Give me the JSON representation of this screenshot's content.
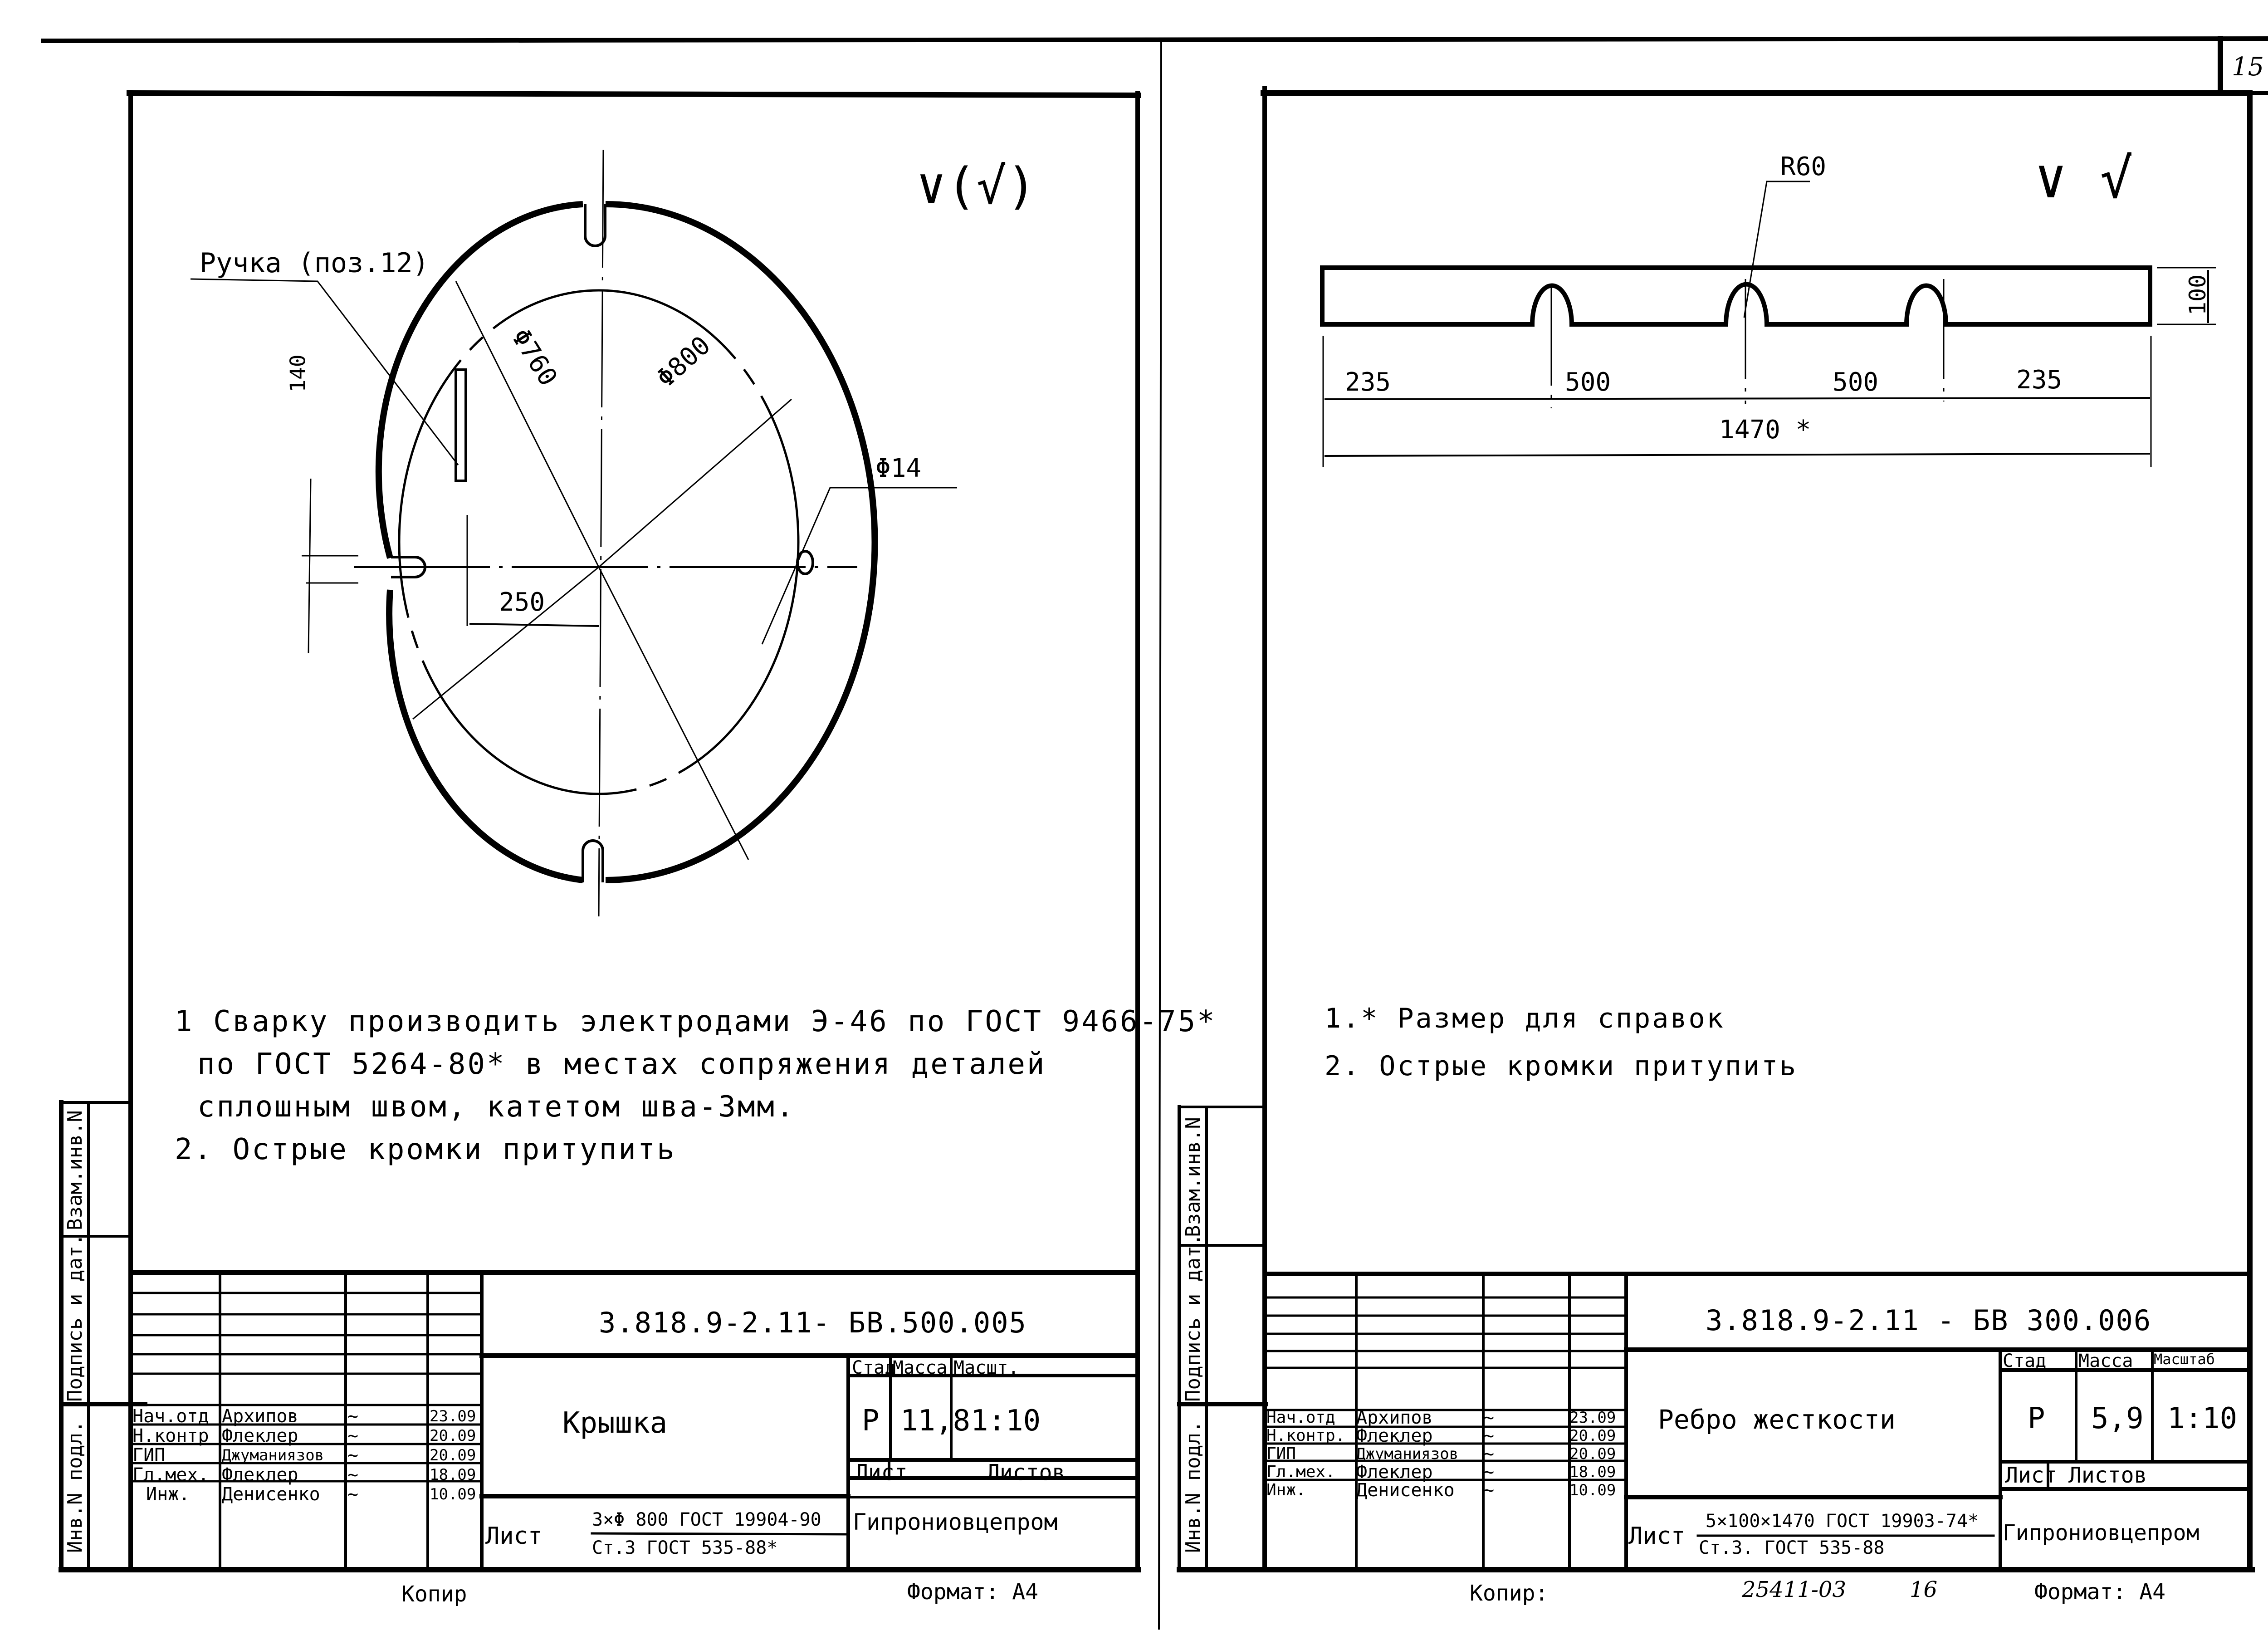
{
  "page": {
    "number": "15"
  },
  "sheets": [
    {
      "id": "left",
      "drawing": {
        "part": "cover-disc",
        "roughness_symbol": "∨(√)",
        "leader_label": "Ручка (поз.12)",
        "dims": {
          "inner_dia": "Φ760",
          "outer_dia": "Φ800",
          "hole_dia": "Φ14",
          "handle_offset": "250",
          "slot_width": "140"
        }
      },
      "notes": [
        "1 Сварку производить электродами Э-46 по ГОСТ 9466-75*",
        "по ГОСТ 5264-80* в местах сопряжения деталей",
        "сплошным швом, катетом шва-3мм.",
        "2. Острые кромки притупить"
      ],
      "title_block": {
        "designation": "3.818.9-2.11-   БВ.500.005",
        "name": "Крышка",
        "stage_label": "Стад",
        "mass_label": "Масса",
        "scale_label": "Масшт.",
        "stage": "Р",
        "mass": "11,8",
        "scale": "1:10",
        "sheet_label": "Лист",
        "sheets_label": "Листов",
        "material_prefix": "Лист",
        "material_top": "3×Φ 800 ГОСТ 19904-90",
        "material_bottom": "Ст.3 ГОСТ 535-88*",
        "organization": "Гипрониовцепром",
        "rows": [
          {
            "role": "Нач.отд",
            "name": "Архипов",
            "signature": "~",
            "date": "23.09"
          },
          {
            "role": "Н.контр",
            "name": "Флеклер",
            "signature": "~",
            "date": "20.09"
          },
          {
            "role": "ГИП",
            "name": "Джуманиязов",
            "signature": "~",
            "date": "20.09"
          },
          {
            "role": "Гл.мех.",
            "name": "Флеклер",
            "signature": "~",
            "date": "18.09"
          },
          {
            "role": "Инж.",
            "name": "Денисенко",
            "signature": "~",
            "date": "10.09"
          }
        ]
      },
      "footer": {
        "copied": "Копир",
        "format": "Формат: А4"
      },
      "side_stamp": [
        "Взам.инв.N",
        "Подпись и дат.",
        "Инв.N подл."
      ]
    },
    {
      "id": "right",
      "drawing": {
        "part": "stiffening-rib",
        "roughness_symbol": "∨  √",
        "radius_label": "R60",
        "dims": {
          "height": "100",
          "end_left": "235",
          "span_1": "500",
          "span_2": "500",
          "end_right": "235",
          "overall": "1470 *"
        }
      },
      "notes": [
        "1.* Размер для справок",
        "2. Острые кромки притупить"
      ],
      "title_block": {
        "designation": "3.818.9-2.11 -   БВ 300.006",
        "name": "Ребро жесткости",
        "stage_label": "Стад",
        "mass_label": "Масса",
        "scale_label": "Масштаб",
        "stage": "Р",
        "mass": "5,9",
        "scale": "1:10",
        "sheet_label": "Лист",
        "sheets_label": "Листов",
        "material_prefix": "Лист",
        "material_top": "5×100×1470 ГОСТ 19903-74*",
        "material_bottom": "Ст.3. ГОСТ 535-88",
        "organization": "Гипрониовцепром",
        "rows": [
          {
            "role": "Нач.отд",
            "name": "Архипов",
            "signature": "~",
            "date": "23.09"
          },
          {
            "role": "Н.контр.",
            "name": "Флеклер",
            "signature": "~",
            "date": "20.09"
          },
          {
            "role": "ГИП",
            "name": "Джуманиязов",
            "signature": "~",
            "date": "20.09"
          },
          {
            "role": "Гл.мех.",
            "name": "Флеклер",
            "signature": "~",
            "date": "18.09"
          },
          {
            "role": "Инж.",
            "name": "Денисенко",
            "signature": "~",
            "date": "10.09"
          }
        ]
      },
      "footer": {
        "copied": "Копир:",
        "archive_no": "25411-03",
        "archive_page": "16",
        "format": "Формат: А4"
      },
      "side_stamp": [
        "Взам.инв.N",
        "Подпись и дат.",
        "Инв.N подл."
      ]
    }
  ]
}
